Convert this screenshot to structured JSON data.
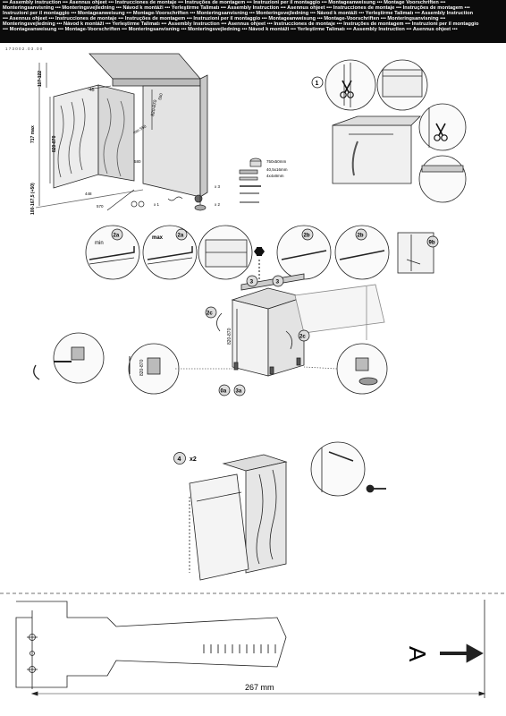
{
  "header_lines": [
    "••• Assembly instruction ••• Asennus ohjeet ••• Instrucciones de montaje ••• Instruções de montagem ••• Instruzioni per il montaggio ••• Montageanweisung ••• Montage Voorschriften •••",
    "Monteringsanvisning ••• Monteringsvejledning ••• Návod k montáži ••• Yerleştirme Talimatı ••• Assembly Instruction ••• Asennus ohjeet ••• Instrucciones de montaje ••• Instruções de montagem •••",
    "Instruzioni per il montaggio ••• Montageanweisung ••• Montage-Voorschriften ••• Monteringsanvisning ••• Monteringsvejledning ••• Návod k montáži ••• Yerleştirme Talimatı ••• Assembly Instruction",
    "••• Asennus ohjeet ••• Instrucciones de montaje ••• Instruções de montagem ••• Instruzioni per il montaggio ••• Montageanweisung ••• Montage-Voorschriften ••• Monteringsanvisning •••",
    "Monteringsvejledning ••• Návod k montáži ••• Yerleştirme Talimatı ••• Assembly Instruction ••• Asennus ohjeet ••• Instrucciones de montaje ••• Instruções de montagem ••• Instruzioni per il montaggio",
    "••• Montageanweisung ••• Montage-Voorschriften ••• Monteringsanvisning ••• Monteringsvejledning ••• Návod k montáži ••• Yerleştirme Talimatı ••• Assembly Instruction ••• Asennus ohjeet •••"
  ],
  "doc_ref": "1 7 3 0 0 2 . 0 3 . 0 0",
  "dims": {
    "height_range": "117-122",
    "max_height": "717 max",
    "niche_height": "820-870",
    "width_45": "45",
    "depth_550": "550",
    "plinth": "100-167,5 (+50)",
    "w_820": "820-870",
    "depth_min": "min 550",
    "d580": "580",
    "d448": "448",
    "d570": "570"
  },
  "parts": {
    "tape1": "750x50mm",
    "tape2": "40,5x16mm",
    "screw_size": "4x4x8mm",
    "qty_1": "x 1",
    "qty_3": "x 3",
    "qty_2": "x 2"
  },
  "steps": {
    "s1": "1",
    "s2a": "2a",
    "s2b": "2b",
    "s2c": "2c",
    "s3": "3",
    "s3a": "3a",
    "s0a": "0a",
    "s9b": "9b",
    "s4": "4",
    "x2": "x2"
  },
  "labels": {
    "min": "min",
    "max": "max",
    "h820": "820-870",
    "h820b": "820-870",
    "template_letter": "A",
    "template_width": "267 mm"
  }
}
